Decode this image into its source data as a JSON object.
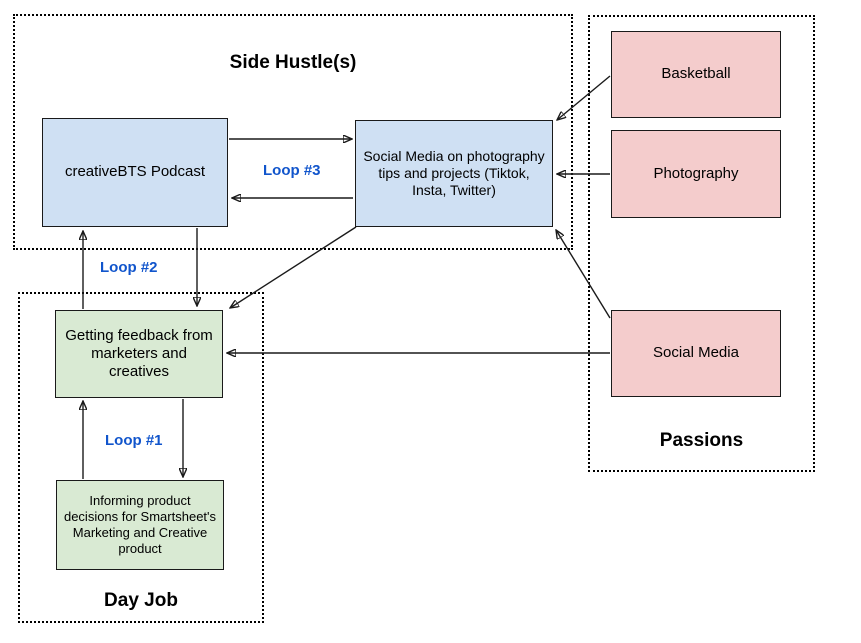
{
  "diagram": {
    "groups": [
      {
        "id": "side-hustle",
        "title": "Side Hustle(s)"
      },
      {
        "id": "day-job",
        "title": "Day Job"
      },
      {
        "id": "passions",
        "title": "Passions"
      }
    ],
    "nodes": [
      {
        "id": "podcast",
        "label": "creativeBTS Podcast",
        "color": "#cfe0f3",
        "group": "side-hustle"
      },
      {
        "id": "social-media-content",
        "label": "Social Media on photography tips and projects (Tiktok, Insta, Twitter)",
        "color": "#cfe0f3",
        "group": "side-hustle"
      },
      {
        "id": "feedback",
        "label": "Getting feedback from marketers and creatives",
        "color": "#d9ead3",
        "group": "day-job"
      },
      {
        "id": "informing",
        "label": "Informing product decisions for Smartsheet's Marketing and Creative product",
        "color": "#d9ead3",
        "group": "day-job"
      },
      {
        "id": "basketball",
        "label": "Basketball",
        "color": "#f4cccc",
        "group": "passions"
      },
      {
        "id": "photography",
        "label": "Photography",
        "color": "#f4cccc",
        "group": "passions"
      },
      {
        "id": "social-media-passion",
        "label": "Social Media",
        "color": "#f4cccc",
        "group": "passions"
      }
    ],
    "loops": [
      {
        "id": "loop-1",
        "label": "Loop #1",
        "color": "#1155cc"
      },
      {
        "id": "loop-2",
        "label": "Loop #2",
        "color": "#1155cc"
      },
      {
        "id": "loop-3",
        "label": "Loop #3",
        "color": "#1155cc"
      }
    ]
  }
}
